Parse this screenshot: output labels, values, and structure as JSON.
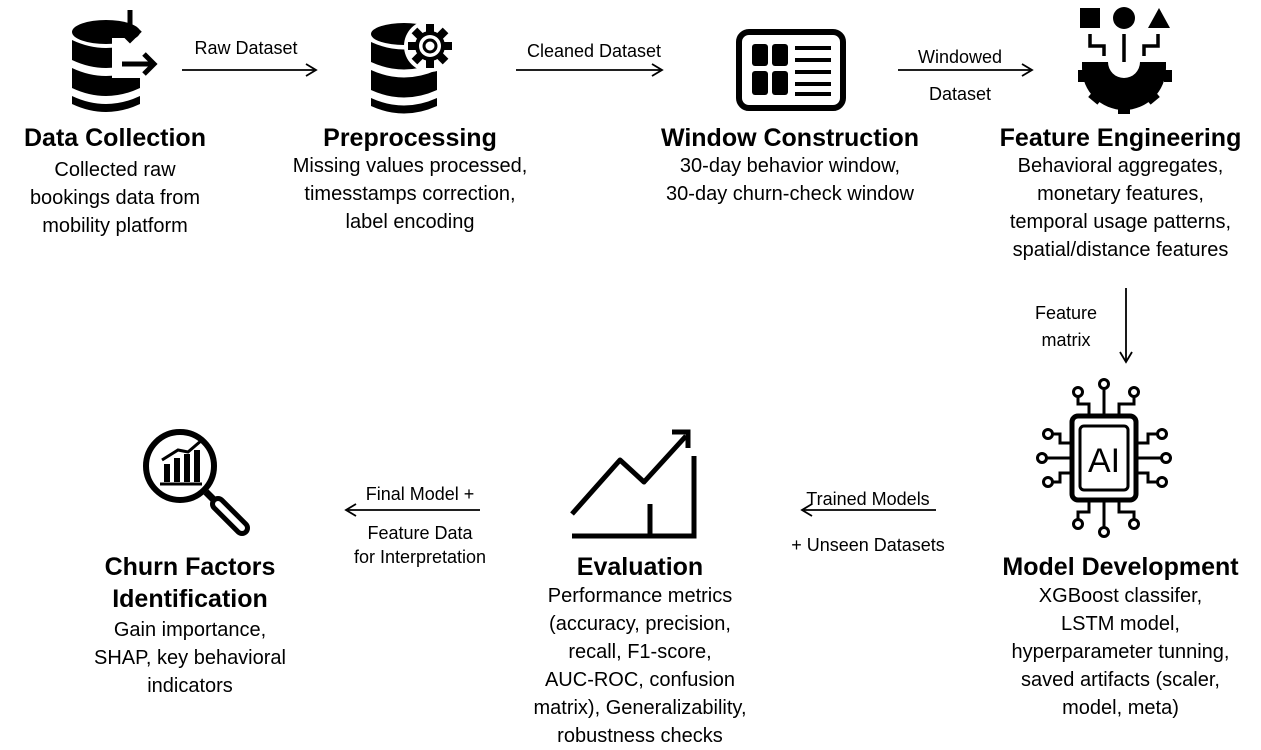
{
  "nodes": {
    "data_collection": {
      "title": "Data Collection",
      "lines": [
        "Collected raw",
        "bookings data from",
        "mobility platform"
      ]
    },
    "preprocessing": {
      "title": "Preprocessing",
      "lines": [
        "Missing values processed,",
        "timesstamps correction,",
        "label encoding"
      ]
    },
    "window_construction": {
      "title": "Window Construction",
      "lines": [
        "30-day behavior window,",
        "30-day churn-check window"
      ]
    },
    "feature_engineering": {
      "title": "Feature Engineering",
      "lines": [
        "Behavioral aggregates,",
        "monetary features,",
        "temporal usage patterns,",
        "spatial/distance features"
      ]
    },
    "model_development": {
      "title": "Model Development",
      "icon_text": "AI",
      "lines": [
        "XGBoost classifer,",
        "LSTM model,",
        "hyperparameter tunning,",
        "saved artifacts (scaler,",
        "model, meta)"
      ]
    },
    "evaluation": {
      "title": "Evaluation",
      "lines": [
        "Performance metrics",
        "(accuracy, precision,",
        "recall, F1-score,",
        "AUC-ROC, confusion",
        "matrix), Generalizability,",
        "robustness checks"
      ]
    },
    "churn_factors": {
      "title_lines": [
        "Churn Factors",
        "Identification"
      ],
      "lines": [
        "Gain importance,",
        "SHAP, key behavioral",
        "indicators"
      ]
    }
  },
  "edges": {
    "raw_dataset": [
      "Raw Dataset"
    ],
    "cleaned_dataset": [
      "Cleaned Dataset"
    ],
    "windowed_dataset": [
      "Windowed",
      "Dataset"
    ],
    "feature_matrix": [
      "Feature",
      "matrix"
    ],
    "trained_models": [
      "Trained Models",
      "+ Unseen Datasets"
    ],
    "final_model": [
      "Final Model +",
      "Feature Data",
      "for Interpretation"
    ]
  },
  "icons": {
    "data_collection": "database-download-icon",
    "preprocessing": "database-gear-icon",
    "window_construction": "window-grid-icon",
    "feature_engineering": "shapes-gear-icon",
    "model_development": "ai-chip-icon",
    "evaluation": "growth-chart-icon",
    "churn_factors": "magnifier-chart-icon"
  },
  "colors": {
    "ink": "#000000",
    "background": "#ffffff"
  }
}
